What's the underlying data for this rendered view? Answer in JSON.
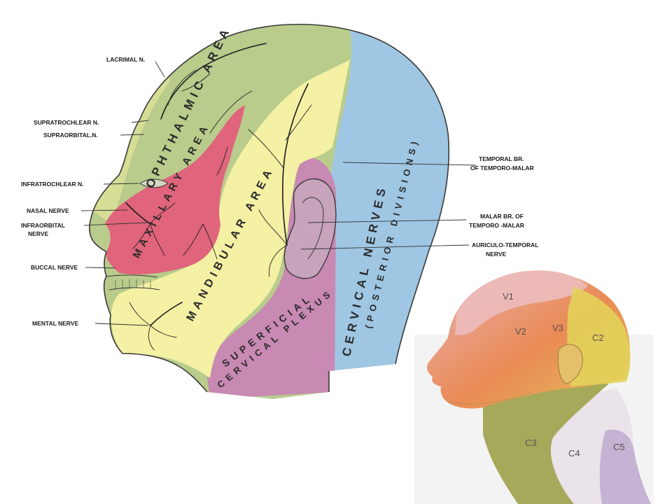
{
  "labels": {
    "lacrimal": "LACRIMAL N.",
    "supratrochlear": "SUPRATROCHLEAR N.",
    "supraorbital": "SUPRAORBITAL.N.",
    "infratrochlear": "INFRATROCHLEAR N.",
    "nasal": "NASAL NERVE",
    "infraorbital_1": "INFRAORBITAL",
    "infraorbital_2": "NERVE",
    "buccal": "BUCCAL NERVE",
    "mental": "MENTAL NERVE",
    "temporal_1": "TEMPORAL BR.",
    "temporal_2": "OF TEMPORO-MALAR",
    "malar_1": "MALAR BR. OF",
    "malar_2": "TEMPORO -MALAR",
    "auriculo_1": "AURICULO-TEMPORAL",
    "auriculo_2": "NERVE"
  },
  "areas": {
    "ophthalmic": "OPHTHALMIC AREA",
    "maxillary": "MAXILLARY AREA",
    "mandibular": "MANDIBULAR AREA",
    "cervical": "CERVICAL NERVES",
    "posterior": "(POSTERIOR DIVISIONS)",
    "superficial": "SUPERFICIAL",
    "cervical_plexus": "CERVICAL PLEXUS"
  },
  "dermatomes": [
    "V1",
    "V2",
    "V3",
    "C2",
    "C3",
    "C4",
    "C5"
  ],
  "colors": {
    "ophthalmic": "#b9cc8c",
    "maxillary": "#e0647c",
    "mandibular": "#f4f0a4",
    "cervical": "#9fc6e3",
    "plexus": "#c889b3",
    "forehead_yellow": "#ecec90"
  }
}
